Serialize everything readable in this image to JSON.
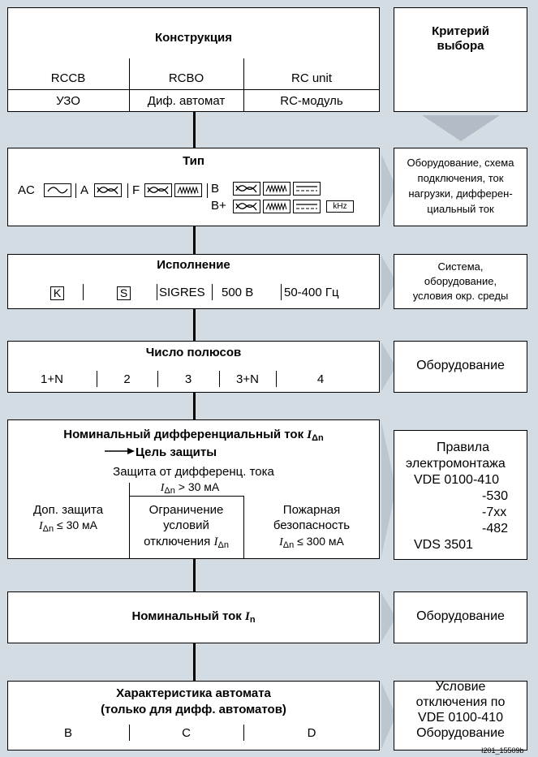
{
  "construction": {
    "title": "Конструкция",
    "columns": [
      "RCCB",
      "RCBO",
      "RC unit"
    ],
    "columns_ru": [
      "УЗО",
      "Диф. автомат",
      "RC-модуль"
    ]
  },
  "criterion_header": "Критерий выбора",
  "type_block": {
    "title": "Тип",
    "labels": [
      "AC",
      "A",
      "F",
      "B",
      "B+"
    ],
    "khz": "kHz"
  },
  "execution": {
    "title": "Исполнение",
    "k": "K",
    "s": "S",
    "items": [
      "SIGRES",
      "500 В",
      "50-400 Гц"
    ]
  },
  "poles": {
    "title": "Число полюсов",
    "items": [
      "1+N",
      "2",
      "3",
      "3+N",
      "4"
    ]
  },
  "residual": {
    "title_main": "Номинальный дифференциальный ток ",
    "title_sym": "I",
    "title_sub": "Δn",
    "goal": "Цель защиты",
    "protection": "Защита от дифференц. тока",
    "protection_sym": "I",
    "protection_sub": "Δn",
    "protection_val": " > 30 мА",
    "col1_l1": "Доп. защита",
    "col1_sym": "I",
    "col1_sub": "Δn",
    "col1_val": " ≤ 30 мА",
    "col2_l1": "Ограничение",
    "col2_l2": "условий",
    "col2_l3": "отключения ",
    "col2_sym": "I",
    "col2_sub": "Δn",
    "col3_l1": "Пожарная",
    "col3_l2": "безопасность",
    "col3_sym": "I",
    "col3_sub": "Δn",
    "col3_val": " ≤ 300 мА"
  },
  "rated": {
    "title": "Номинальный ток ",
    "sym": "I",
    "sub": "n"
  },
  "characteristic": {
    "line1": "Характеристика автомата",
    "line2": "(только для дифф. автоматов)",
    "items": [
      "B",
      "C",
      "D"
    ]
  },
  "criteria": {
    "type": [
      "Оборудование, схема",
      "подключения, ток",
      "нагрузки, дифферен-",
      "циальный ток"
    ],
    "execution": [
      "Система,",
      "оборудование,",
      "условия окр. среды"
    ],
    "poles": "Оборудование",
    "residual": [
      "Правила",
      "электромонтажа",
      "VDE 0100-410",
      "-530",
      "-7xx",
      "-482",
      "VDS 3501"
    ],
    "rated": "Оборудование",
    "characteristic": [
      "Условие",
      "отключения по",
      "VDE 0100-410",
      "Оборудование"
    ]
  },
  "footer_code": "I201_15509b",
  "colors": {
    "background": "#d4dce3",
    "arrow": "#bcc6cf",
    "criteria_arrow": "#b2bcc6"
  }
}
